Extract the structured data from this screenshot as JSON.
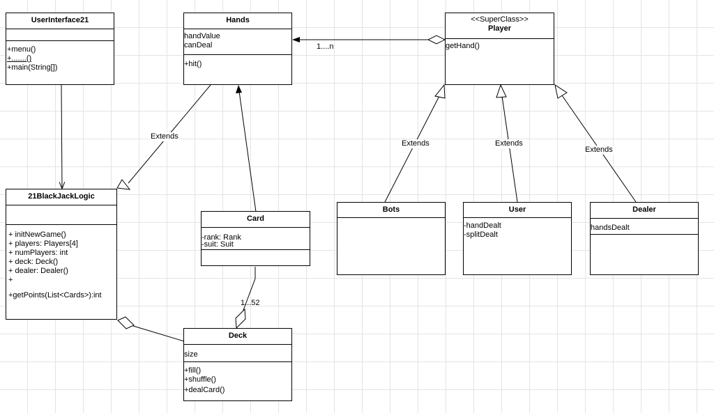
{
  "classes": {
    "ui": {
      "name": "UserInterface21",
      "attributes": [],
      "methods": [
        "+menu()",
        "+.......()",
        "+main(String[])"
      ]
    },
    "hands": {
      "name": "Hands",
      "attributes": [
        "handValue",
        "canDeal"
      ],
      "methods": [
        "+hit()"
      ]
    },
    "player": {
      "stereotype": "<<SuperClass>>",
      "name": "Player",
      "attributes": [
        "getHand()"
      ]
    },
    "logic": {
      "name": "21BlackJackLogic",
      "attributes": [],
      "methods": [
        "+ initNewGame()",
        "+ players: Players[4]",
        "+ numPlayers: int",
        "+ deck: Deck()",
        "+ dealer: Dealer()",
        "+",
        "",
        "+getPoints(List<Cards>):int"
      ]
    },
    "card": {
      "name": "Card",
      "attributes": [
        "-rank: Rank",
        "-suit: Suit"
      ],
      "methods": []
    },
    "deck": {
      "name": "Deck",
      "attributes": [
        "size"
      ],
      "methods": [
        "+fill()",
        "+shuffle()",
        "+dealCard()"
      ]
    },
    "bots": {
      "name": "Bots",
      "attributes": []
    },
    "user": {
      "name": "User",
      "attributes": [
        "-handDealt",
        "-splitDealt"
      ]
    },
    "dealer": {
      "name": "Dealer",
      "attributes": [
        "handsDealt"
      ]
    }
  },
  "edges": {
    "hands_logic_label": "Extends",
    "bots_player_label": "Extends",
    "user_player_label": "Extends",
    "dealer_player_label": "Extends",
    "player_hands_mult": "1....n",
    "card_deck_mult": "1...52"
  }
}
